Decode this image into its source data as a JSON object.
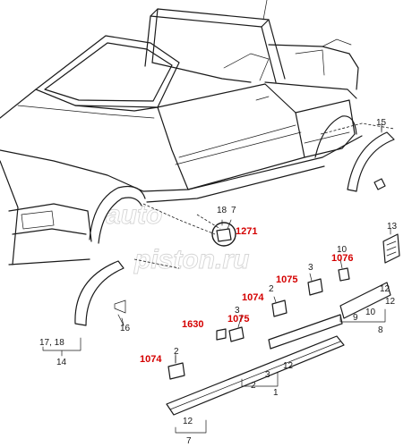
{
  "parts": {
    "n1": "1",
    "n2a": "2",
    "n2b": "2",
    "n2c": "2",
    "n3a": "3",
    "n3b": "3",
    "n7": "7",
    "n8": "8",
    "n9": "9",
    "n10a": "10",
    "n10b": "10",
    "n12a": "12",
    "n12b": "12",
    "n12c": "12",
    "n12d": "12",
    "n13": "13",
    "n14": "14",
    "n15": "15",
    "n16": "16",
    "n17_18": "17, 18",
    "n18": "18"
  },
  "codes": {
    "c1271": "1271",
    "c1076": "1076",
    "c1075a": "1075",
    "c1074a": "1074",
    "c1630": "1630",
    "c1075b": "1075",
    "c1074b": "1074"
  },
  "watermark": {
    "line1": "auto",
    "line2": "piston.ru"
  },
  "colors": {
    "line": "#1a1a1a",
    "code": "#d40000",
    "watermark": "#c8c8c8"
  }
}
